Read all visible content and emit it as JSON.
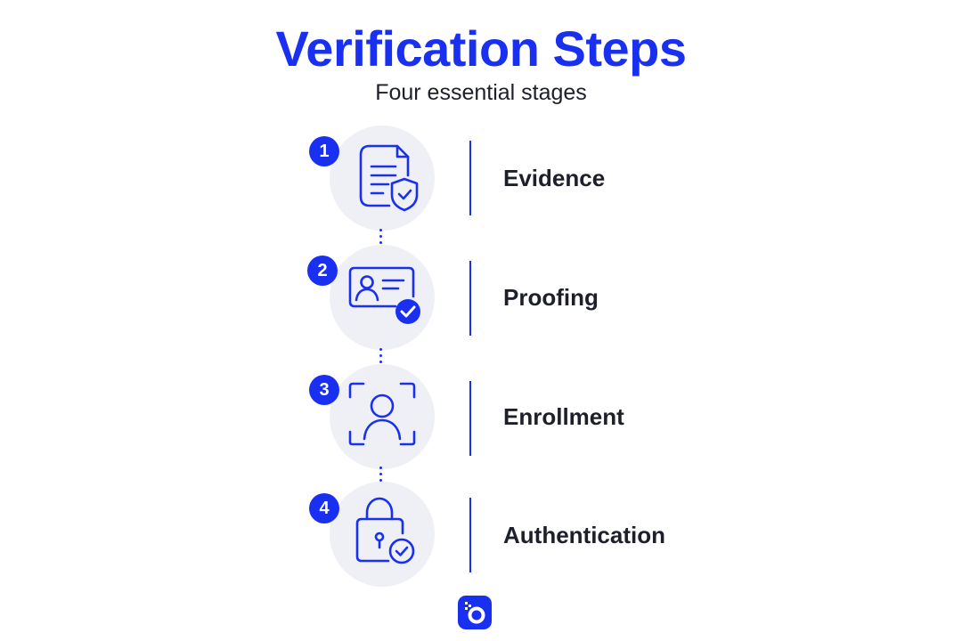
{
  "header": {
    "title": "Verification Steps",
    "subtitle": "Four essential stages"
  },
  "steps": [
    {
      "number": "1",
      "label": "Evidence",
      "icon": "document-shield-icon"
    },
    {
      "number": "2",
      "label": "Proofing",
      "icon": "id-card-check-icon"
    },
    {
      "number": "3",
      "label": "Enrollment",
      "icon": "face-scan-icon"
    },
    {
      "number": "4",
      "label": "Authentication",
      "icon": "padlock-check-icon"
    }
  ],
  "colors": {
    "accent": "#1a30f0",
    "circle_background": "#eef0f5",
    "text": "#1d1f2b"
  },
  "logo": {
    "icon": "brand-logo-icon"
  }
}
